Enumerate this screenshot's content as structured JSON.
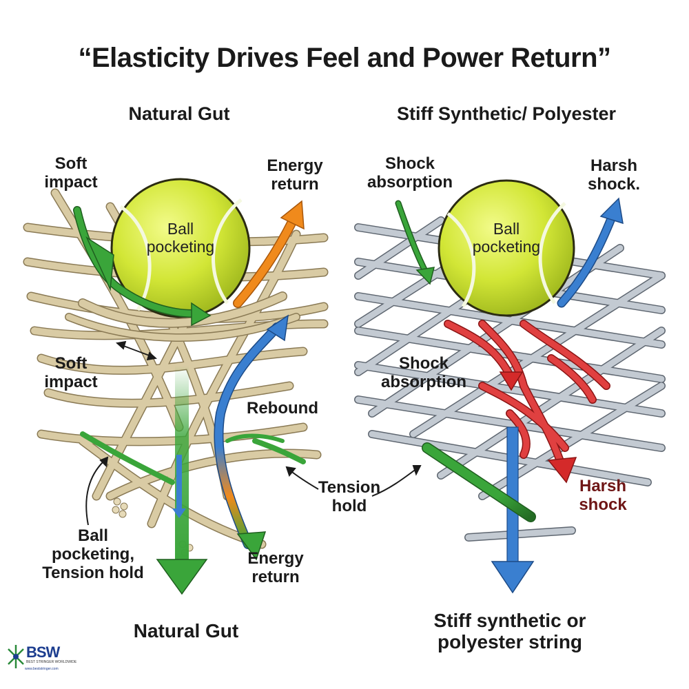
{
  "title": "“Elasticity Drives Feel and Power Return”",
  "left": {
    "heading": "Natural Gut",
    "ball_label": "Ball\npocketing",
    "ann_soft_impact_top": "Soft\nimpact",
    "ann_energy_return_top": "Energy\nreturn",
    "ann_soft_impact_mid": "Soft\nimpact",
    "ann_rebound": "Rebound",
    "ann_ball_pocketing_tension": "Ball\npocketing,\nTension hold",
    "ann_energy_return_bottom": "Energy\nreturn",
    "footer": "Natural Gut"
  },
  "center": {
    "ann_tension_hold": "Tension\nhold"
  },
  "right": {
    "heading": "Stiff Synthetic/ Polyester",
    "ball_label": "Ball\npocketing",
    "ann_shock_absorption_top": "Shock\nabsorption",
    "ann_harsh_shock_top": "Harsh\nshock.",
    "ann_shock_absorption_mid": "Shock\nabsorption",
    "ann_harsh_shock_bottom": "Harsh\nshock",
    "footer": "Stiff synthetic or\npolyester string"
  },
  "logo": {
    "mark": "BSW",
    "tagline": "BEST STRINGER WORLDWIDE",
    "url": "www.beststringer.com"
  },
  "colors": {
    "gut_string": "#d9cba4",
    "gut_outline": "#8a7a55",
    "poly_string": "#a9b1bb",
    "poly_outline": "#5e6670",
    "ball": "#d4e83a",
    "green_arrow": "#3aa53a",
    "orange_arrow": "#f08a1c",
    "blue_arrow": "#3a7fd0",
    "red_shock": "#d42a2a"
  },
  "icons": [
    "tennis-ball-icon",
    "arrow-icon",
    "bsw-logo-icon"
  ]
}
